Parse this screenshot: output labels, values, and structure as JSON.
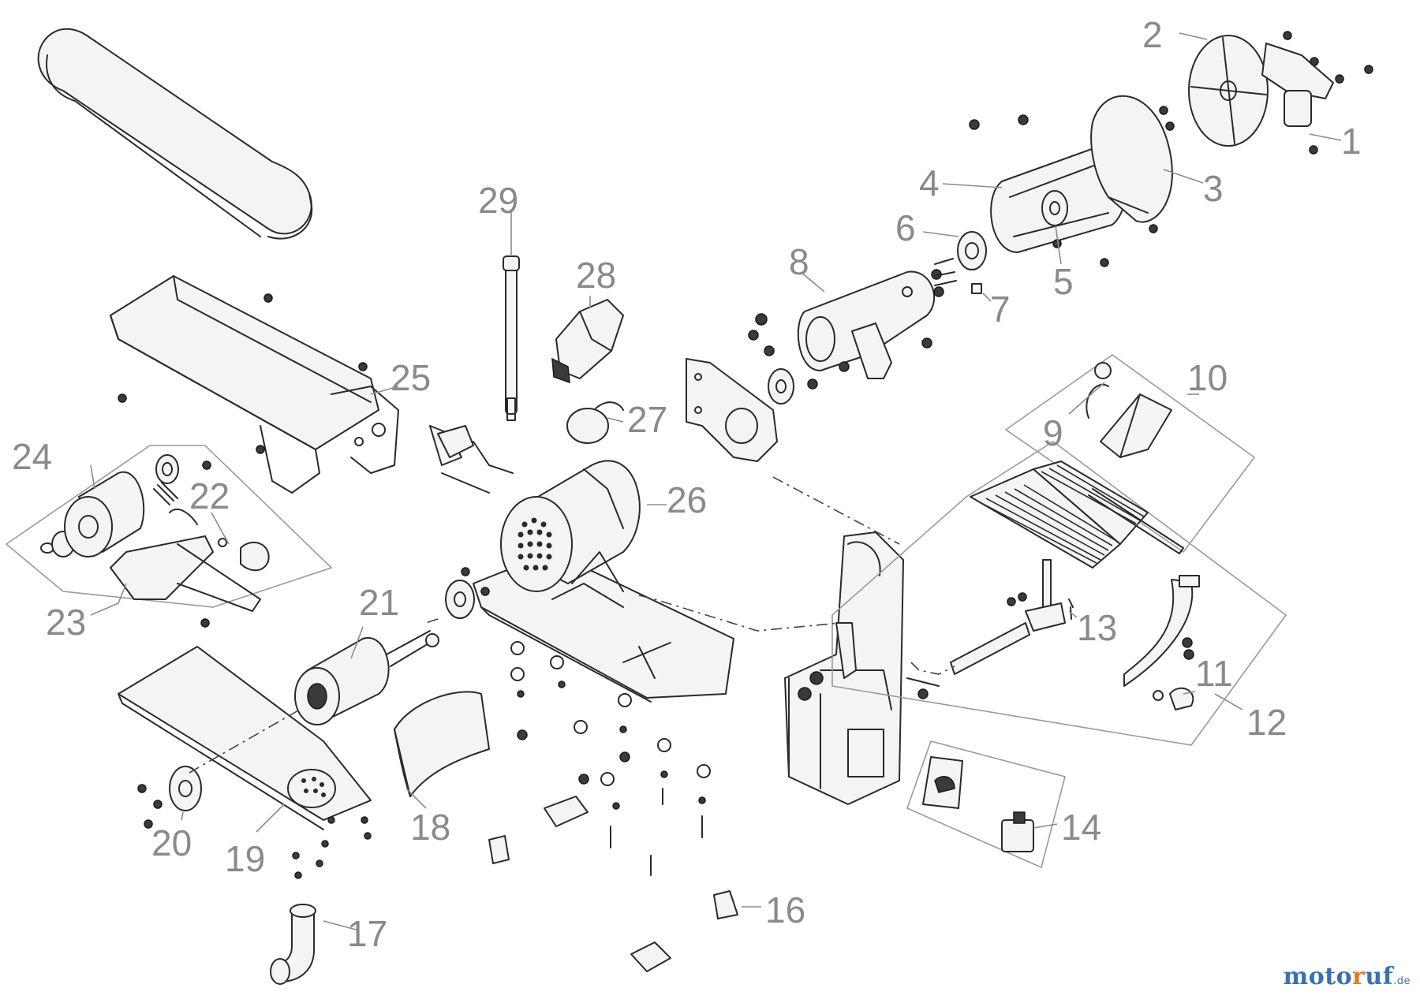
{
  "diagram": {
    "callouts": {
      "c1": "1",
      "c2": "2",
      "c3": "3",
      "c4": "4",
      "c5": "5",
      "c6": "6",
      "c7": "7",
      "c8": "8",
      "c9": "9",
      "c10": "10",
      "c11": "11",
      "c12": "12",
      "c13": "13",
      "c14": "14",
      "c16": "16",
      "c17": "17",
      "c18": "18",
      "c19": "19",
      "c20": "20",
      "c21": "21",
      "c22": "22",
      "c23": "23",
      "c24": "24",
      "c25": "25",
      "c26": "26",
      "c27": "27",
      "c28": "28",
      "c29": "29"
    }
  },
  "brand": {
    "main": "moto",
    "accent": "r",
    "rest": "uf",
    "tld": ".de"
  },
  "colors": {
    "callout": "#8a8a8a",
    "brand_blue": "#3b6fb6",
    "brand_orange": "#e07a1f"
  }
}
